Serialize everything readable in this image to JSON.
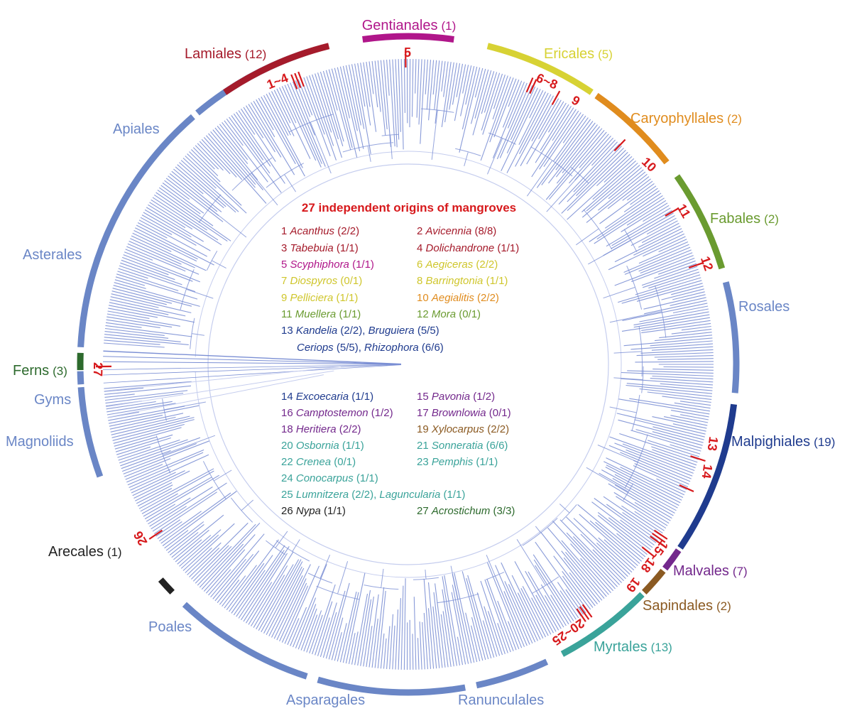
{
  "title": "27 independent origins of mangroves",
  "colors": {
    "tree": "#7b8fd4",
    "tree_inner": "#c5cdee",
    "mangrove": "#d7191c",
    "generic_clade": "#6a86c6"
  },
  "clades": [
    {
      "name": "Gentianales",
      "count": "(1)",
      "color": "#b0168a"
    },
    {
      "name": "Ericales",
      "count": "(5)",
      "color": "#d7d234"
    },
    {
      "name": "Caryophyllales",
      "count": "(2)",
      "color": "#e08c1e"
    },
    {
      "name": "Fabales",
      "count": "(2)",
      "color": "#6a9b30"
    },
    {
      "name": "Rosales",
      "count": "",
      "color": "#6a86c6"
    },
    {
      "name": "Malpighiales",
      "count": "(19)",
      "color": "#1f3b8e"
    },
    {
      "name": "Malvales",
      "count": "(7)",
      "color": "#73288c"
    },
    {
      "name": "Sapindales",
      "count": "(2)",
      "color": "#8b5a22"
    },
    {
      "name": "Myrtales",
      "count": "(13)",
      "color": "#3aa39a"
    },
    {
      "name": "Ranunculales",
      "count": "",
      "color": "#6a86c6"
    },
    {
      "name": "Asparagales",
      "count": "",
      "color": "#6a86c6"
    },
    {
      "name": "Poales",
      "count": "",
      "color": "#6a86c6"
    },
    {
      "name": "Arecales",
      "count": "(1)",
      "color": "#222222"
    },
    {
      "name": "Magnoliids",
      "count": "",
      "color": "#6a86c6"
    },
    {
      "name": "Gyms",
      "count": "",
      "color": "#6a86c6"
    },
    {
      "name": "Ferns",
      "count": "(3)",
      "color": "#2d6a2d"
    },
    {
      "name": "Asterales",
      "count": "",
      "color": "#6a86c6"
    },
    {
      "name": "Apiales",
      "count": "",
      "color": "#6a86c6"
    },
    {
      "name": "Lamiales",
      "count": "(12)",
      "color": "#a51b2b"
    }
  ],
  "origin_labels": [
    "1~4",
    "5",
    "6~8",
    "9",
    "10",
    "11",
    "12",
    "13",
    "14",
    "15~18",
    "19",
    "20~25",
    "26",
    "27"
  ],
  "legend": [
    {
      "num": "1",
      "genus": "Acanthus",
      "count": "(2/2)",
      "color": "#a51b2b"
    },
    {
      "num": "2",
      "genus": "Avicennia",
      "count": "(8/8)",
      "color": "#a51b2b"
    },
    {
      "num": "3",
      "genus": "Tabebuia",
      "count": "(1/1)",
      "color": "#a51b2b"
    },
    {
      "num": "4",
      "genus": "Dolichandrone",
      "count": "(1/1)",
      "color": "#a51b2b"
    },
    {
      "num": "5",
      "genus": "Scyphiphora",
      "count": "(1/1)",
      "color": "#b0168a"
    },
    {
      "num": "6",
      "genus": "Aegiceras",
      "count": "(2/2)",
      "color": "#cfc62c"
    },
    {
      "num": "7",
      "genus": "Diospyros",
      "count": "(0/1)",
      "color": "#cfc62c"
    },
    {
      "num": "8",
      "genus": "Barringtonia",
      "count": "(1/1)",
      "color": "#cfc62c"
    },
    {
      "num": "9",
      "genus": "Pelliciera",
      "count": "(1/1)",
      "color": "#cfc62c"
    },
    {
      "num": "10",
      "genus": "Aegialitis",
      "count": "(2/2)",
      "color": "#e08c1e"
    },
    {
      "num": "11",
      "genus": "Muellera",
      "count": "(1/1)",
      "color": "#6a9b30"
    },
    {
      "num": "12",
      "genus": "Mora",
      "count": "(0/1)",
      "color": "#6a9b30"
    },
    {
      "num": "13",
      "genus": "Kandelia",
      "count": "(2/2),",
      "genus2": "Bruguiera",
      "count2": "(5/5)",
      "color": "#1f3b8e"
    },
    {
      "num": "",
      "genus": "Ceriops",
      "count": "(5/5),",
      "genus2": "Rhizophora",
      "count2": "(6/6)",
      "color": "#1f3b8e"
    },
    {
      "num": "14",
      "genus": "Excoecaria",
      "count": "(1/1)",
      "color": "#1f3b8e"
    },
    {
      "num": "15",
      "genus": "Pavonia",
      "count": "(1/2)",
      "color": "#73288c"
    },
    {
      "num": "16",
      "genus": "Camptostemon",
      "count": "(1/2)",
      "color": "#73288c"
    },
    {
      "num": "17",
      "genus": "Brownlowia",
      "count": "(0/1)",
      "color": "#73288c"
    },
    {
      "num": "18",
      "genus": "Heritiera",
      "count": "(2/2)",
      "color": "#73288c"
    },
    {
      "num": "19",
      "genus": "Xylocarpus",
      "count": "(2/2)",
      "color": "#8b5a22"
    },
    {
      "num": "20",
      "genus": "Osbornia",
      "count": "(1/1)",
      "color": "#3aa39a"
    },
    {
      "num": "21",
      "genus": "Sonneratia",
      "count": "(6/6)",
      "color": "#3aa39a"
    },
    {
      "num": "22",
      "genus": "Crenea",
      "count": "(0/1)",
      "color": "#3aa39a"
    },
    {
      "num": "23",
      "genus": "Pemphis",
      "count": "(1/1)",
      "color": "#3aa39a"
    },
    {
      "num": "24",
      "genus": "Conocarpus",
      "count": "(1/1)",
      "color": "#3aa39a"
    },
    {
      "num": "25",
      "genus": "Lumnitzera",
      "count": "(2/2),",
      "genus2": "Laguncularia",
      "count2": "(1/1)",
      "color": "#3aa39a"
    },
    {
      "num": "26",
      "genus": "Nypa",
      "count": "(1/1)",
      "color": "#222222"
    },
    {
      "num": "27",
      "genus": "Acrostichum",
      "count": "(3/3)",
      "color": "#2d6a2d"
    }
  ]
}
